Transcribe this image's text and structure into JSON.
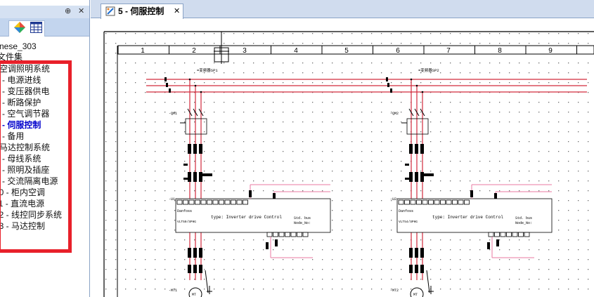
{
  "left_panel": {
    "pin_glyph": "⊕",
    "close_glyph": "✕",
    "tree": [
      {
        "label": "nese_303"
      },
      {
        "label": "文件集"
      },
      {
        "label": "空调照明系统"
      },
      {
        "label": "1 - 电源进线"
      },
      {
        "label": "2 - 变压器供电"
      },
      {
        "label": "3 - 断路保护"
      },
      {
        "label": "4 - 空气调节器"
      },
      {
        "label": "5 - 伺服控制",
        "active": true
      },
      {
        "label": "6 - 备用"
      },
      {
        "label": "马达控制系统"
      },
      {
        "label": "7 - 母线系统"
      },
      {
        "label": "8 - 照明及插座"
      },
      {
        "label": "9 - 交流隔离电源"
      },
      {
        "label": "10 - 柜内空调"
      },
      {
        "label": "11 - 直流电源"
      },
      {
        "label": "12 - 线控同步系统"
      },
      {
        "label": "13 - 马达控制"
      }
    ]
  },
  "document": {
    "tab_label": "5 - 伺服控制",
    "close_glyph": "✕"
  },
  "drawing": {
    "ruler_numbers": [
      "1",
      "2",
      "3",
      "4",
      "5",
      "6",
      "7",
      "8",
      "9"
    ],
    "left_group": {
      "top_tag": "=变频器SP1",
      "vfd_model": "VLT59/SPHG"
    },
    "right_group": {
      "top_tag": "=变频器SP2",
      "vfd_model": "VLT54/SPHG"
    },
    "breaker_tag": "-QM1",
    "breaker_tag2": "-QM2",
    "vfd_tag1": "-U1",
    "vfd_tag2": "-U2",
    "vfd_brand": "Danfoss",
    "vfd_type_text": "type: Inverter drive Control",
    "std_bus_text": "Std. bus",
    "node_text": "Node_No:",
    "motor_tag1": "-MT1",
    "motor_tag2": "-MT2",
    "motor_symbol": "MT",
    "line_color": "#d22a3c",
    "wire_color": "#e87aa0"
  }
}
